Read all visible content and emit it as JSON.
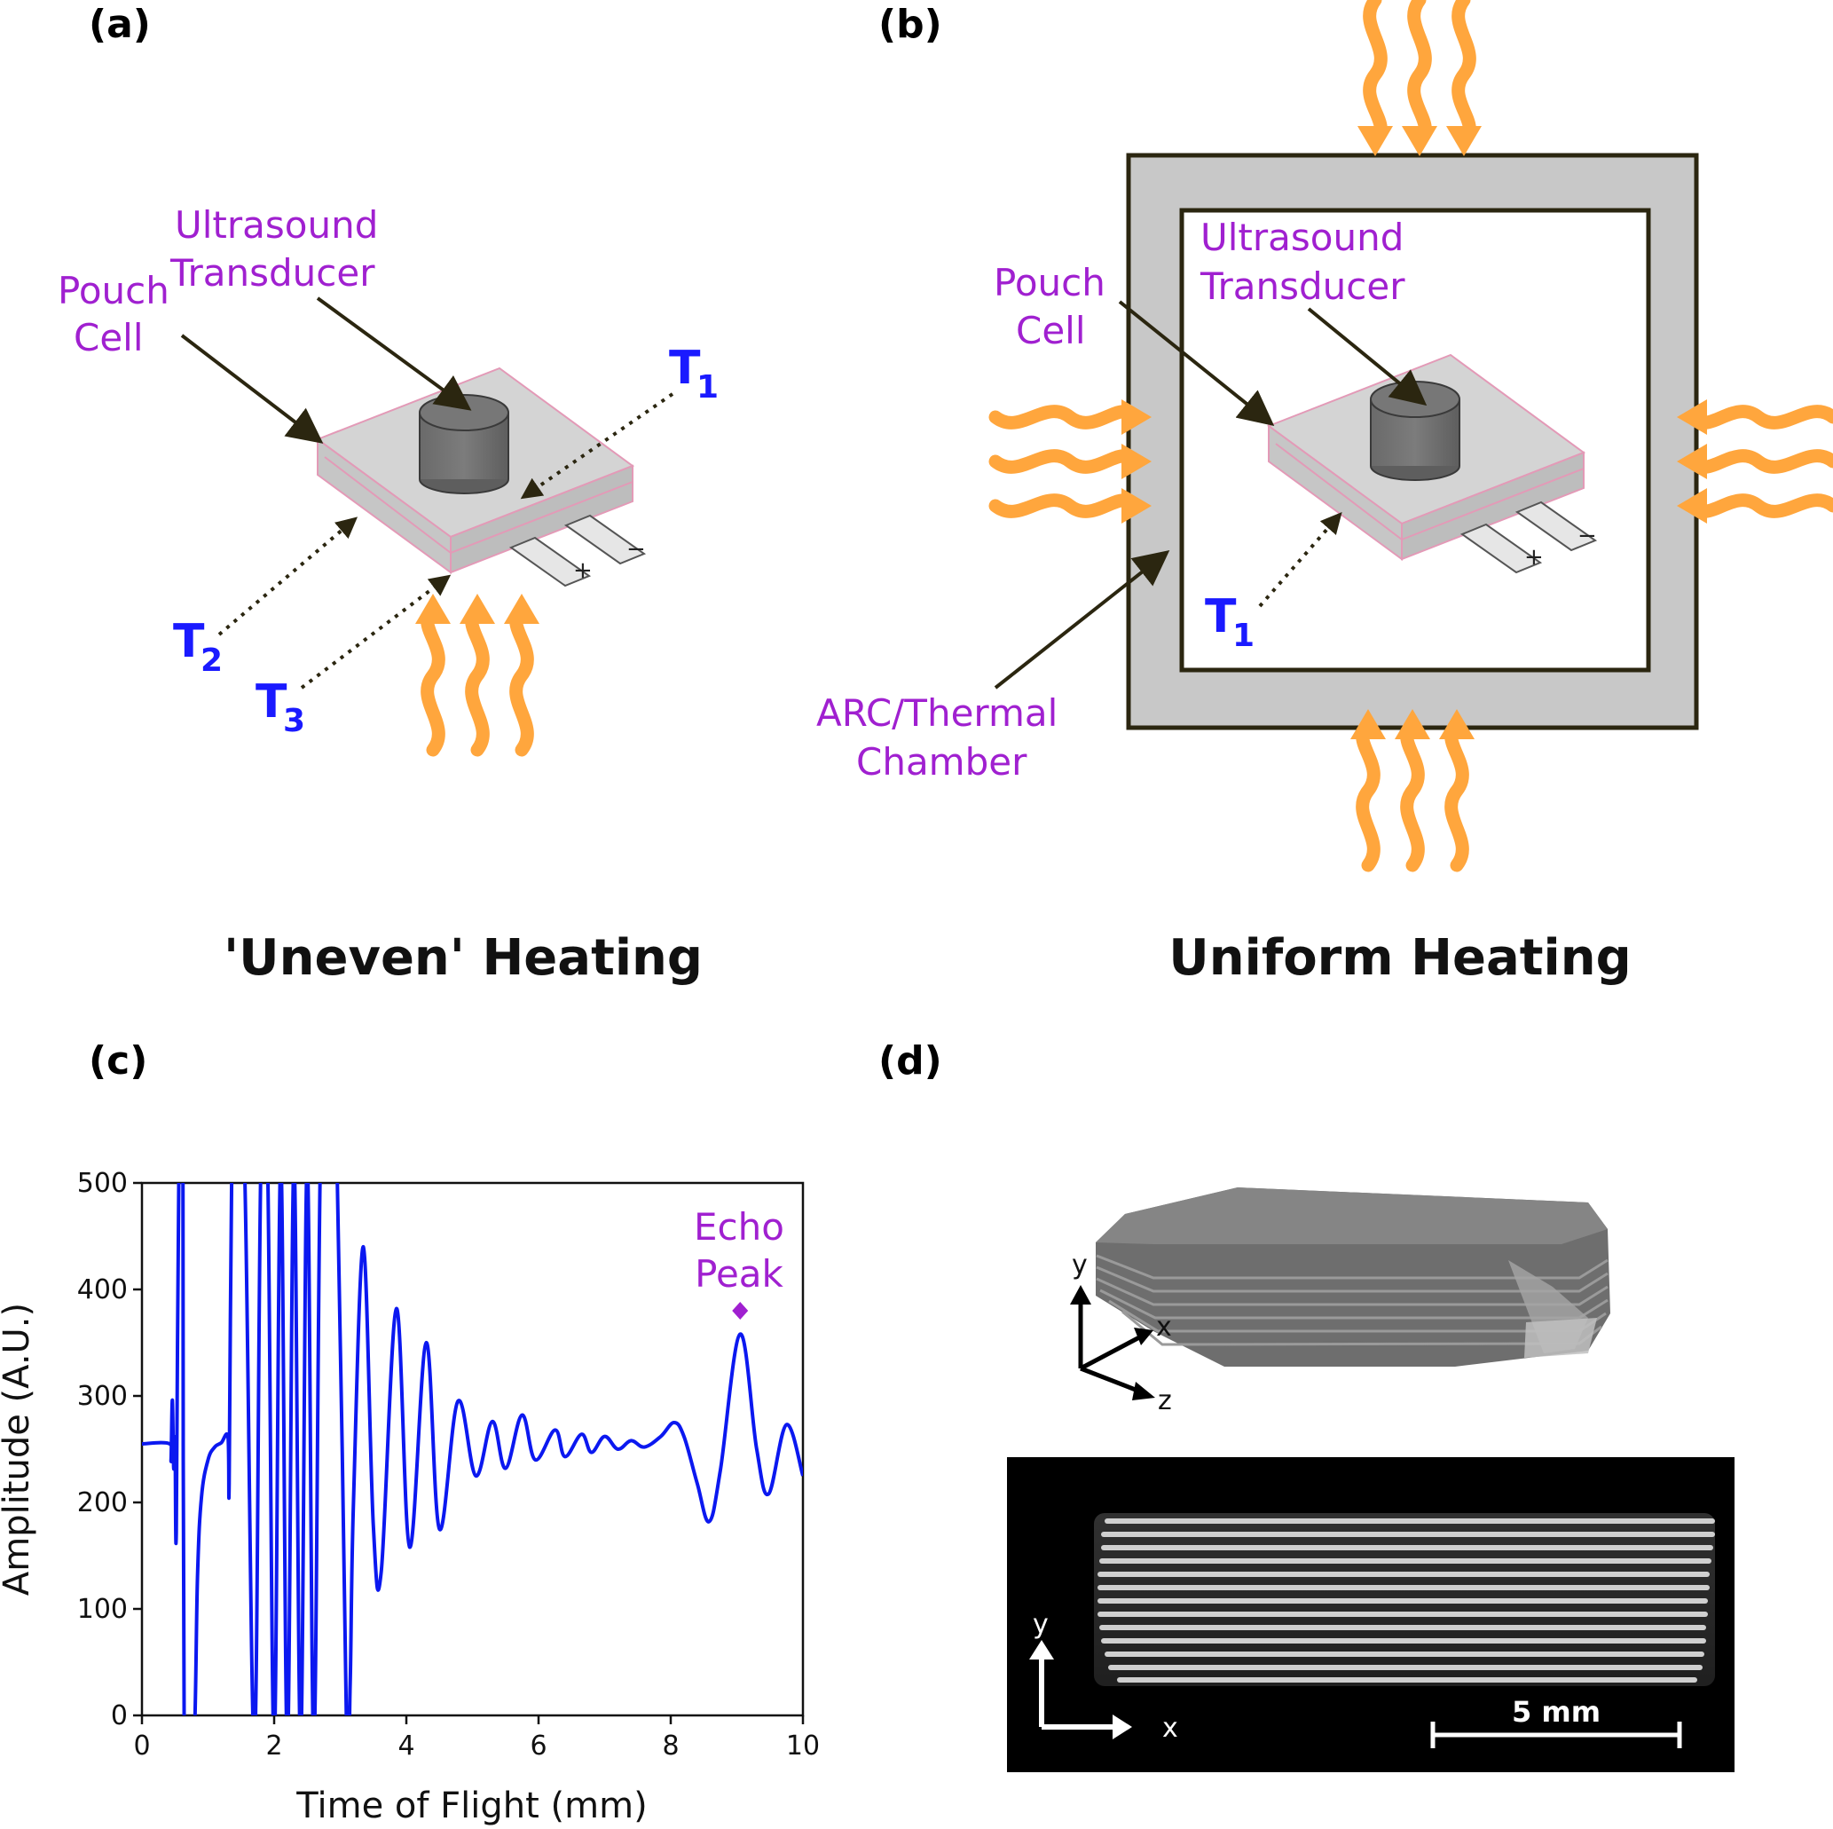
{
  "panels": {
    "a": {
      "label": "(a)",
      "transducer_label": [
        "Ultrasound",
        "Transducer"
      ],
      "pouch_label": [
        "Pouch",
        "Cell"
      ],
      "thermocouples": [
        {
          "main": "T",
          "sub": "1"
        },
        {
          "main": "T",
          "sub": "2"
        },
        {
          "main": "T",
          "sub": "3"
        }
      ],
      "terminal_plus": "+",
      "terminal_minus": "−",
      "caption": "'Uneven' Heating"
    },
    "b": {
      "label": "(b)",
      "transducer_label": [
        "Ultrasound",
        "Transducer"
      ],
      "pouch_label": [
        "Pouch",
        "Cell"
      ],
      "thermocouple": {
        "main": "T",
        "sub": "1"
      },
      "chamber_label": [
        "ARC/Thermal",
        "Chamber"
      ],
      "terminal_plus": "+",
      "terminal_minus": "−",
      "caption": "Uniform Heating"
    },
    "c": {
      "label": "(c)",
      "annotation": [
        "Echo",
        "Peak"
      ]
    },
    "d": {
      "label": "(d)",
      "axes_3d": {
        "y": "y",
        "x": "x",
        "z": "z"
      },
      "axes_2d": {
        "y": "y",
        "x": "x"
      },
      "scale_bar": "5 mm"
    }
  },
  "colors": {
    "signal": "#0b18f0",
    "purple_text": "#a020d0",
    "thermocouple_text": "#1a1aff",
    "heat_arrows": "#ffa63d",
    "chamber_fill": "#c8c8c8"
  },
  "chart_data": {
    "type": "line",
    "xlabel": "Time of Flight (mm)",
    "ylabel": "Amplitude (A.U.)",
    "xlim": [
      0,
      10
    ],
    "ylim": [
      0,
      500
    ],
    "xticks": [
      0,
      2,
      4,
      6,
      8,
      10
    ],
    "yticks": [
      0,
      100,
      200,
      300,
      400,
      500
    ],
    "series": [
      {
        "points": [
          [
            0,
            255
          ],
          [
            0.42,
            255
          ],
          [
            0.44,
            240
          ],
          [
            0.46,
            296
          ],
          [
            0.48,
            232
          ],
          [
            0.5,
            260
          ],
          [
            0.52,
            172
          ],
          [
            0.56,
            520
          ],
          [
            0.62,
            520
          ],
          [
            0.64,
            -40
          ],
          [
            0.78,
            -40
          ],
          [
            0.84,
            130
          ],
          [
            0.9,
            205
          ],
          [
            1.0,
            240
          ],
          [
            1.1,
            252
          ],
          [
            1.2,
            256
          ],
          [
            1.3,
            262
          ],
          [
            1.32,
            218
          ],
          [
            1.36,
            520
          ],
          [
            1.42,
            520
          ],
          [
            1.55,
            520
          ],
          [
            1.7,
            -30
          ],
          [
            1.8,
            520
          ],
          [
            1.9,
            520
          ],
          [
            2.0,
            -30
          ],
          [
            2.1,
            520
          ],
          [
            2.2,
            -30
          ],
          [
            2.3,
            520
          ],
          [
            2.4,
            -30
          ],
          [
            2.5,
            520
          ],
          [
            2.6,
            -30
          ],
          [
            2.7,
            520
          ],
          [
            2.8,
            520
          ],
          [
            2.95,
            520
          ],
          [
            3.1,
            -30
          ],
          [
            3.15,
            30
          ],
          [
            3.2,
            200
          ],
          [
            3.35,
            440
          ],
          [
            3.5,
            178
          ],
          [
            3.62,
            135
          ],
          [
            3.85,
            382
          ],
          [
            4.05,
            158
          ],
          [
            4.3,
            350
          ],
          [
            4.5,
            175
          ],
          [
            4.78,
            295
          ],
          [
            5.05,
            225
          ],
          [
            5.3,
            276
          ],
          [
            5.5,
            232
          ],
          [
            5.75,
            282
          ],
          [
            5.95,
            240
          ],
          [
            6.25,
            268
          ],
          [
            6.4,
            243
          ],
          [
            6.65,
            264
          ],
          [
            6.8,
            247
          ],
          [
            7.0,
            262
          ],
          [
            7.2,
            250
          ],
          [
            7.4,
            258
          ],
          [
            7.6,
            252
          ],
          [
            7.85,
            262
          ],
          [
            8.05,
            275
          ],
          [
            8.2,
            262
          ],
          [
            8.4,
            218
          ],
          [
            8.58,
            182
          ],
          [
            8.75,
            230
          ],
          [
            9.05,
            358
          ],
          [
            9.3,
            250
          ],
          [
            9.48,
            208
          ],
          [
            9.75,
            273
          ],
          [
            10.0,
            225
          ]
        ]
      }
    ],
    "marker": {
      "x": 9.05,
      "y": 380
    }
  }
}
